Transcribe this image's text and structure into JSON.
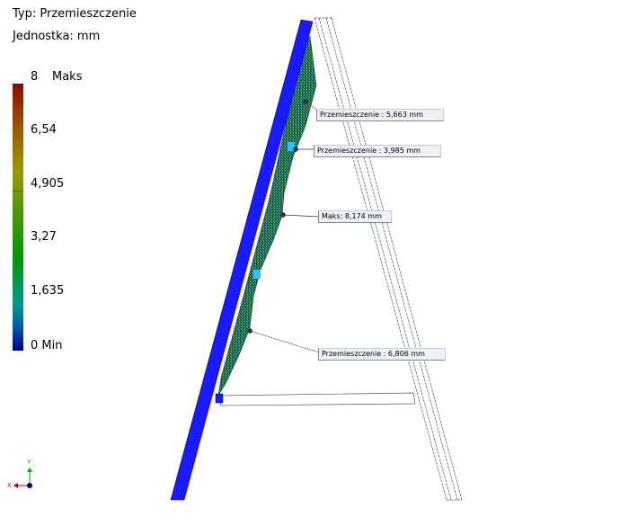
{
  "header": {
    "type_label": "Typ: Przemieszczenie",
    "unit_label": "Jednostka: mm"
  },
  "legend": {
    "max_label": "8",
    "max_tag": "Maks",
    "ticks": [
      "6,54",
      "4,905",
      "3,27",
      "1,635"
    ],
    "min_label": "0 Min"
  },
  "callouts": [
    {
      "text": "Przemieszczenie : 5,663 mm"
    },
    {
      "text": "Przemieszczenie : 3,985 mm"
    },
    {
      "text": "Maks: 8,174 mm"
    },
    {
      "text": "Przemieszczenie : 6,806 mm"
    }
  ],
  "triad": {
    "x": "X",
    "y": "Y"
  },
  "colors": {
    "beam": "#1a1aff",
    "max": "#8b0a00",
    "min": "#000090"
  }
}
